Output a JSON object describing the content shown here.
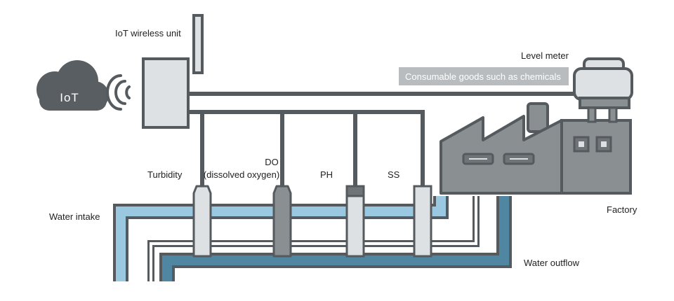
{
  "labels": {
    "iot": "IoT",
    "wireless_unit": "IoT wireless unit",
    "level_meter": "Level meter",
    "consumables": "Consumable goods such as chemicals",
    "turbidity": "Turbidity",
    "do_line1": "DO",
    "do_line2": "(dissolved oxygen)",
    "ph": "PH",
    "ss": "SS",
    "water_intake": "Water intake",
    "factory": "Factory",
    "water_outflow": "Water outflow"
  },
  "colors": {
    "outline": "#555a5e",
    "cloud": "#595e62",
    "light_body": "#dde1e3",
    "factory_fill": "#8a8f92",
    "factory_dark": "#6f7477",
    "intake_water": "#9ac8e0",
    "outflow_water": "#4f87a3",
    "banner": "#b8bcbf"
  }
}
